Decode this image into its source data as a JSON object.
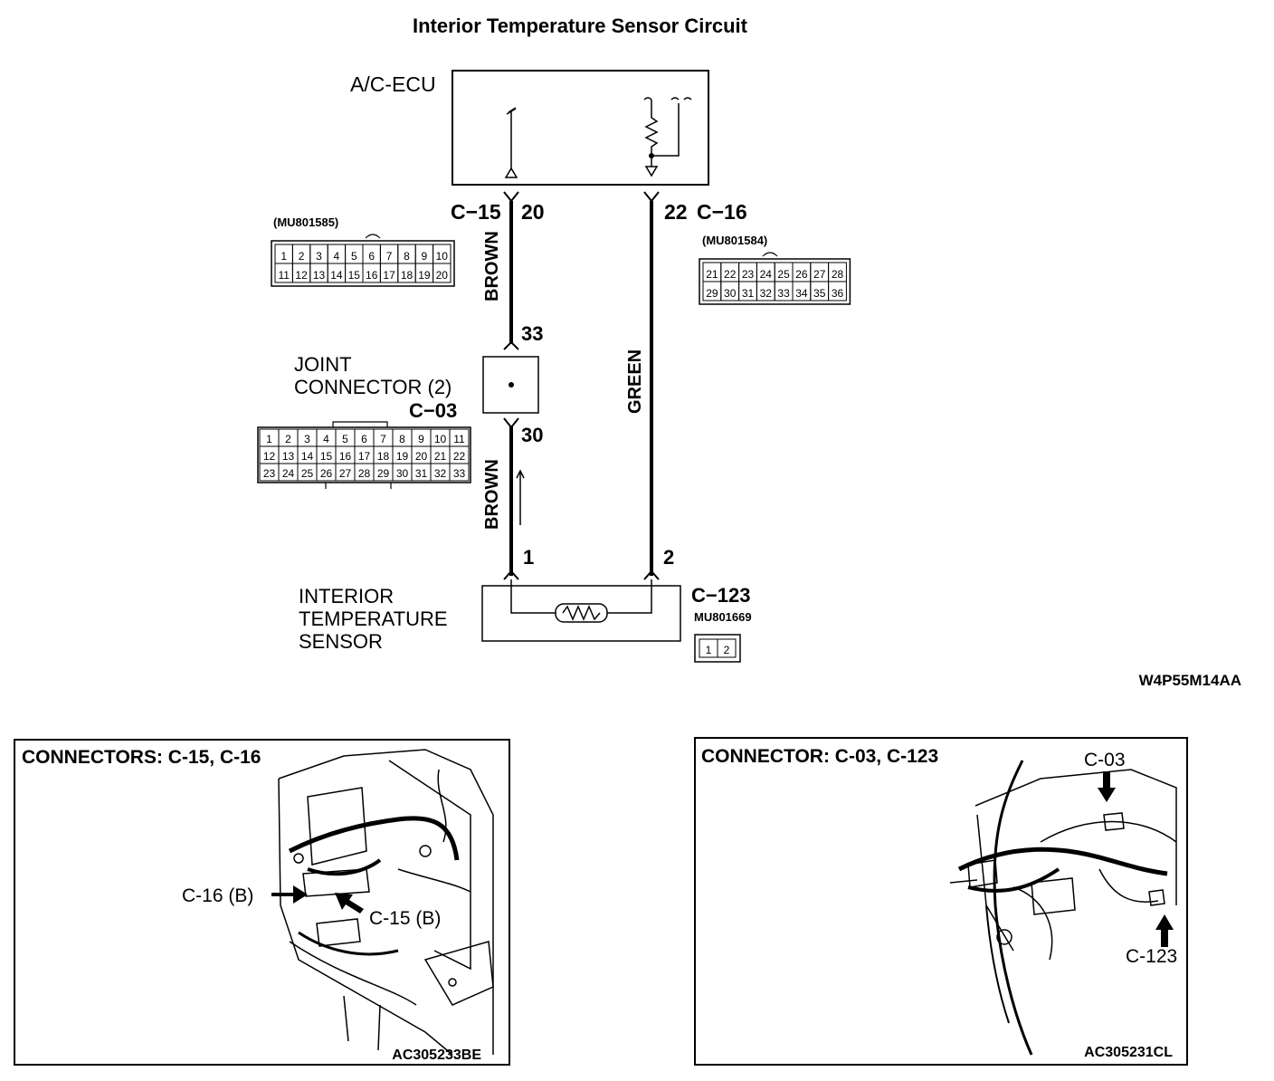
{
  "title": "Interior Temperature Sensor Circuit",
  "ecu": {
    "label": "A/C-ECU"
  },
  "connectors": {
    "c15": {
      "name": "C−15",
      "pin": "20",
      "part_number": "(MU801585)",
      "rows": [
        [
          "1",
          "2",
          "3",
          "4",
          "5",
          "6",
          "7",
          "8",
          "9",
          "10"
        ],
        [
          "11",
          "12",
          "13",
          "14",
          "15",
          "16",
          "17",
          "18",
          "19",
          "20"
        ]
      ]
    },
    "c16": {
      "name": "C−16",
      "pin": "22",
      "part_number": "(MU801584)",
      "rows": [
        [
          "21",
          "22",
          "23",
          "24",
          "25",
          "26",
          "27",
          "28"
        ],
        [
          "29",
          "30",
          "31",
          "32",
          "33",
          "34",
          "35",
          "36"
        ]
      ]
    },
    "c03": {
      "name": "C−03",
      "pin_top": "33",
      "pin_bottom": "30",
      "joint_label_1": "JOINT",
      "joint_label_2": "CONNECTOR (2)",
      "rows": [
        [
          "1",
          "2",
          "3",
          "4",
          "5",
          "6",
          "7",
          "8",
          "9",
          "10",
          "11"
        ],
        [
          "12",
          "13",
          "14",
          "15",
          "16",
          "17",
          "18",
          "19",
          "20",
          "21",
          "22"
        ],
        [
          "23",
          "24",
          "25",
          "26",
          "27",
          "28",
          "29",
          "30",
          "31",
          "32",
          "33"
        ]
      ]
    },
    "c123": {
      "name": "C−123",
      "part_number": "MU801669",
      "pin_1": "1",
      "pin_2": "2",
      "pins": [
        "1",
        "2"
      ]
    }
  },
  "wires": {
    "brown_upper": "BROWN",
    "brown_lower": "BROWN",
    "green": "GREEN"
  },
  "sensor": {
    "line_1": "INTERIOR",
    "line_2": "TEMPERATURE",
    "line_3": "SENSOR"
  },
  "diagram_code": "W4P55M14AA",
  "panel_left": {
    "title": "CONNECTORS: C-15, C-16",
    "label_c16": "C-16 (B)",
    "label_c15": "C-15 (B)",
    "code": "AC305233BE"
  },
  "panel_right": {
    "title": "CONNECTOR: C-03, C-123",
    "label_c03": "C-03",
    "label_c123": "C-123",
    "code": "AC305231CL"
  }
}
